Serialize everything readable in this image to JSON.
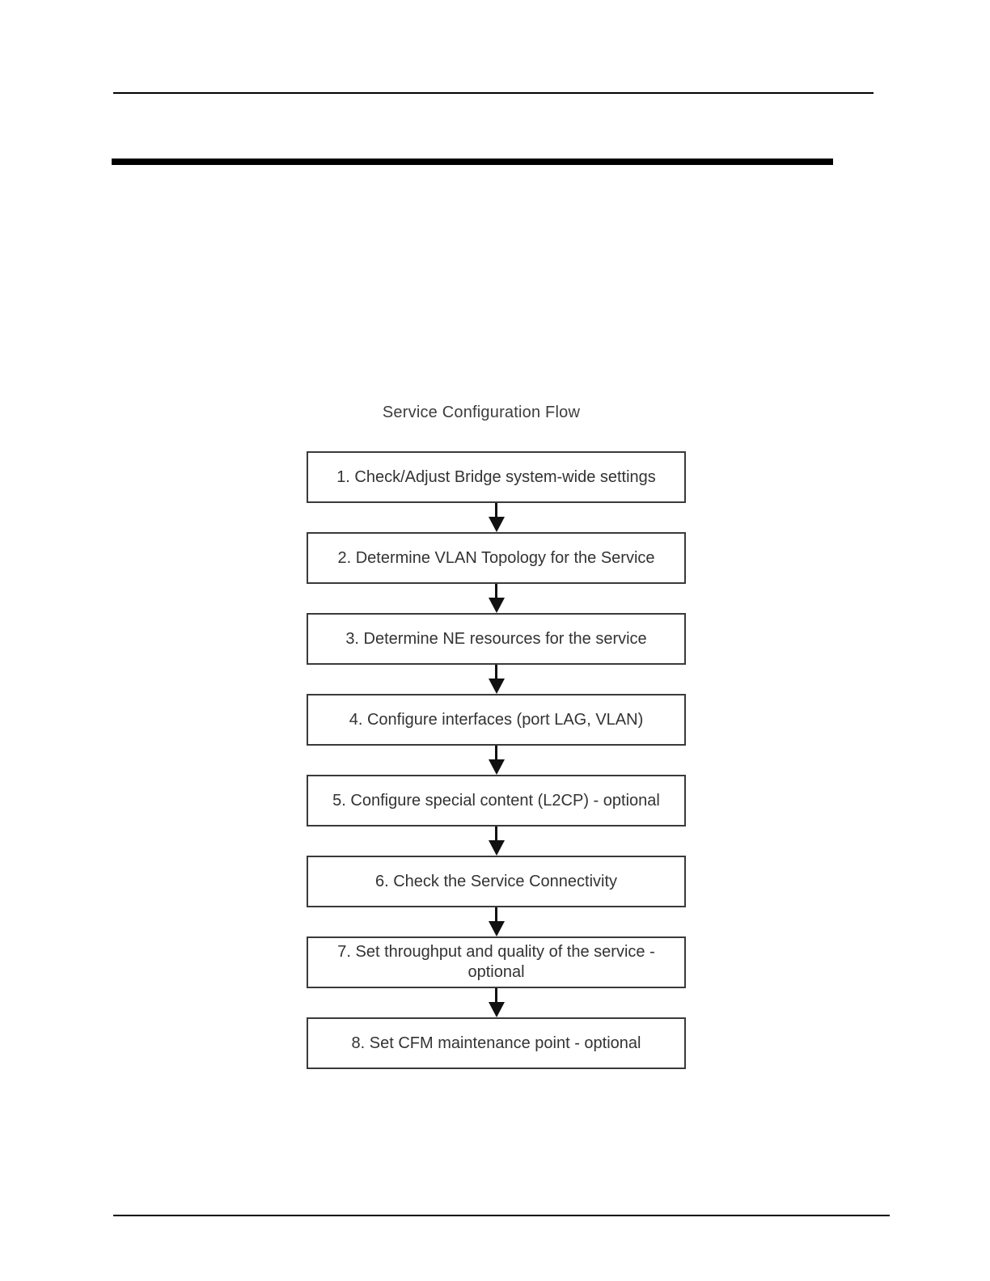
{
  "flowchart": {
    "title": "Service Configuration Flow",
    "steps": [
      {
        "label": "1. Check/Adjust Bridge system-wide settings"
      },
      {
        "label": "2. Determine VLAN Topology for the Service"
      },
      {
        "label": "3. Determine NE resources for the service"
      },
      {
        "label": "4. Configure interfaces (port LAG, VLAN)"
      },
      {
        "label": "5. Configure special content (L2CP) - optional"
      },
      {
        "label": "6. Check the Service Connectivity"
      },
      {
        "label": "7. Set throughput and quality of the service - optional"
      },
      {
        "label": "8. Set CFM maintenance point - optional"
      }
    ],
    "connector_icon": "arrow-down"
  },
  "colors": {
    "page_background": "#ffffff",
    "rule": "#000000",
    "box_border": "#3a3a3a",
    "box_text": "#333333",
    "title_text": "#3d3d3d",
    "arrow": "#111111"
  }
}
